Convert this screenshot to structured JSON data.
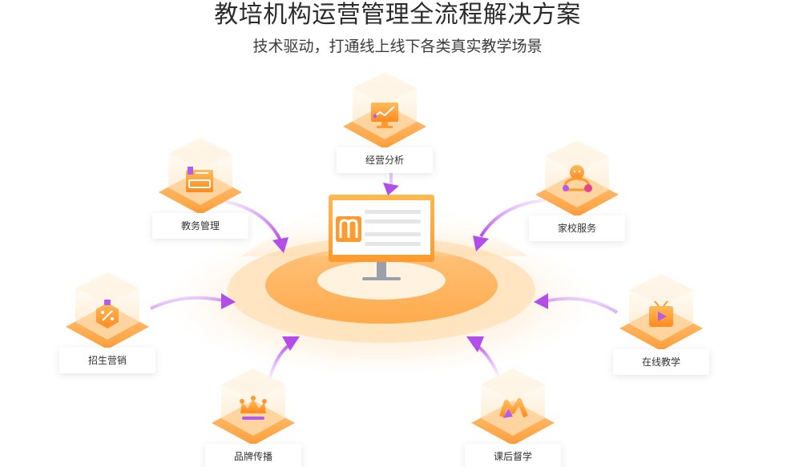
{
  "header": {
    "title": "教培机构运营管理全流程解决方案",
    "subtitle": "技术驱动，打通线上线下各类真实教学场景"
  },
  "colors": {
    "orange": "#ffa63d",
    "orange_light": "#ffd49a",
    "purple": "#b45cf0",
    "pink": "#ff6fa5"
  },
  "nodes": [
    {
      "id": "analysis",
      "label": "经营分析",
      "icon": "chart-monitor-icon"
    },
    {
      "id": "academic",
      "label": "教务管理",
      "icon": "book-tag-icon"
    },
    {
      "id": "home",
      "label": "家校服务",
      "icon": "people-icon"
    },
    {
      "id": "recruit",
      "label": "招生营销",
      "icon": "discount-badge-icon"
    },
    {
      "id": "online",
      "label": "在线教学",
      "icon": "play-tv-icon"
    },
    {
      "id": "brand",
      "label": "品牌传播",
      "icon": "crown-icon"
    },
    {
      "id": "homework",
      "label": "课后督学",
      "icon": "check-mark-icon"
    }
  ],
  "center": {
    "icon": "m-logo-icon"
  }
}
